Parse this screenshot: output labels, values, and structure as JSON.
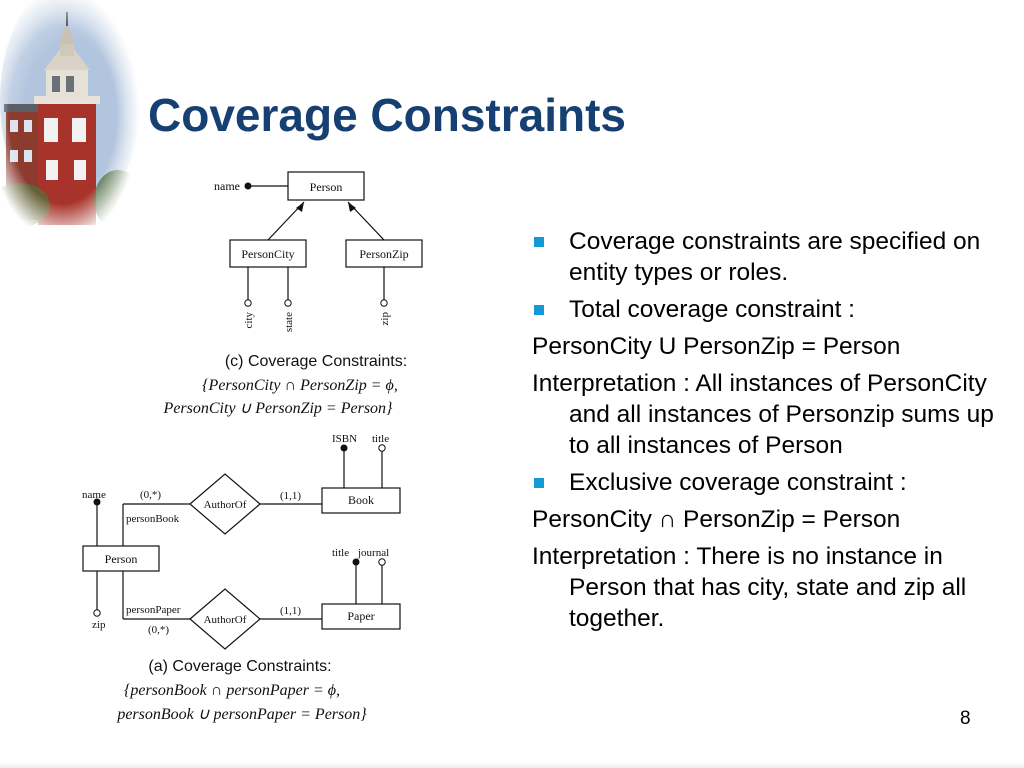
{
  "slide": {
    "title": "Coverage Constraints",
    "page_number": "8"
  },
  "logo": {
    "icon": "clock-tower-logo-icon"
  },
  "diagram_c": {
    "entity_person": "Person",
    "entity_personcity": "PersonCity",
    "entity_personzip": "PersonZip",
    "attr_name": "name",
    "attr_city": "city",
    "attr_state": "state",
    "attr_zip": "zip",
    "caption": "(c) Coverage Constraints:",
    "formula_line1": "{PersonCity ∩ PersonZip = ϕ,",
    "formula_line2": "PersonCity ∪ PersonZip = Person}"
  },
  "diagram_a": {
    "entity_person": "Person",
    "entity_book": "Book",
    "entity_paper": "Paper",
    "relationship_top": "AuthorOf",
    "relationship_bottom": "AuthorOf",
    "attr_name": "name",
    "attr_zip": "zip",
    "attr_isbn": "ISBN",
    "attr_book_title": "title",
    "attr_paper_title": "title",
    "attr_journal": "journal",
    "role_personbook": "personBook",
    "role_personpaper": "personPaper",
    "card_top_left": "(0,*)",
    "card_top_right": "(1,1)",
    "card_bottom_left": "(0,*)",
    "card_bottom_right": "(1,1)",
    "caption": "(a) Coverage Constraints:",
    "formula_line1": "{personBook ∩ personPaper = ϕ,",
    "formula_line2": "personBook ∪ personPaper = Person}"
  },
  "content": {
    "items": [
      {
        "type": "bullet",
        "text": " Coverage constraints are specified on entity types or roles."
      },
      {
        "type": "bullet",
        "text": "Total coverage constraint :"
      },
      {
        "type": "plain",
        "text": "PersonCity U PersonZip = Person"
      },
      {
        "type": "plain",
        "text": "Interpretation : All instances of PersonCity and all instances of Personzip sums up to all instances of Person"
      },
      {
        "type": "bullet",
        "text": "Exclusive coverage constraint :"
      },
      {
        "type": "plain",
        "text": "PersonCity ∩ PersonZip = Person"
      },
      {
        "type": "plain",
        "text": "Interpretation : There is no instance in Person that has city, state and zip all together."
      }
    ]
  },
  "colors": {
    "title": "#163f72",
    "bullet": "#139ad6"
  }
}
